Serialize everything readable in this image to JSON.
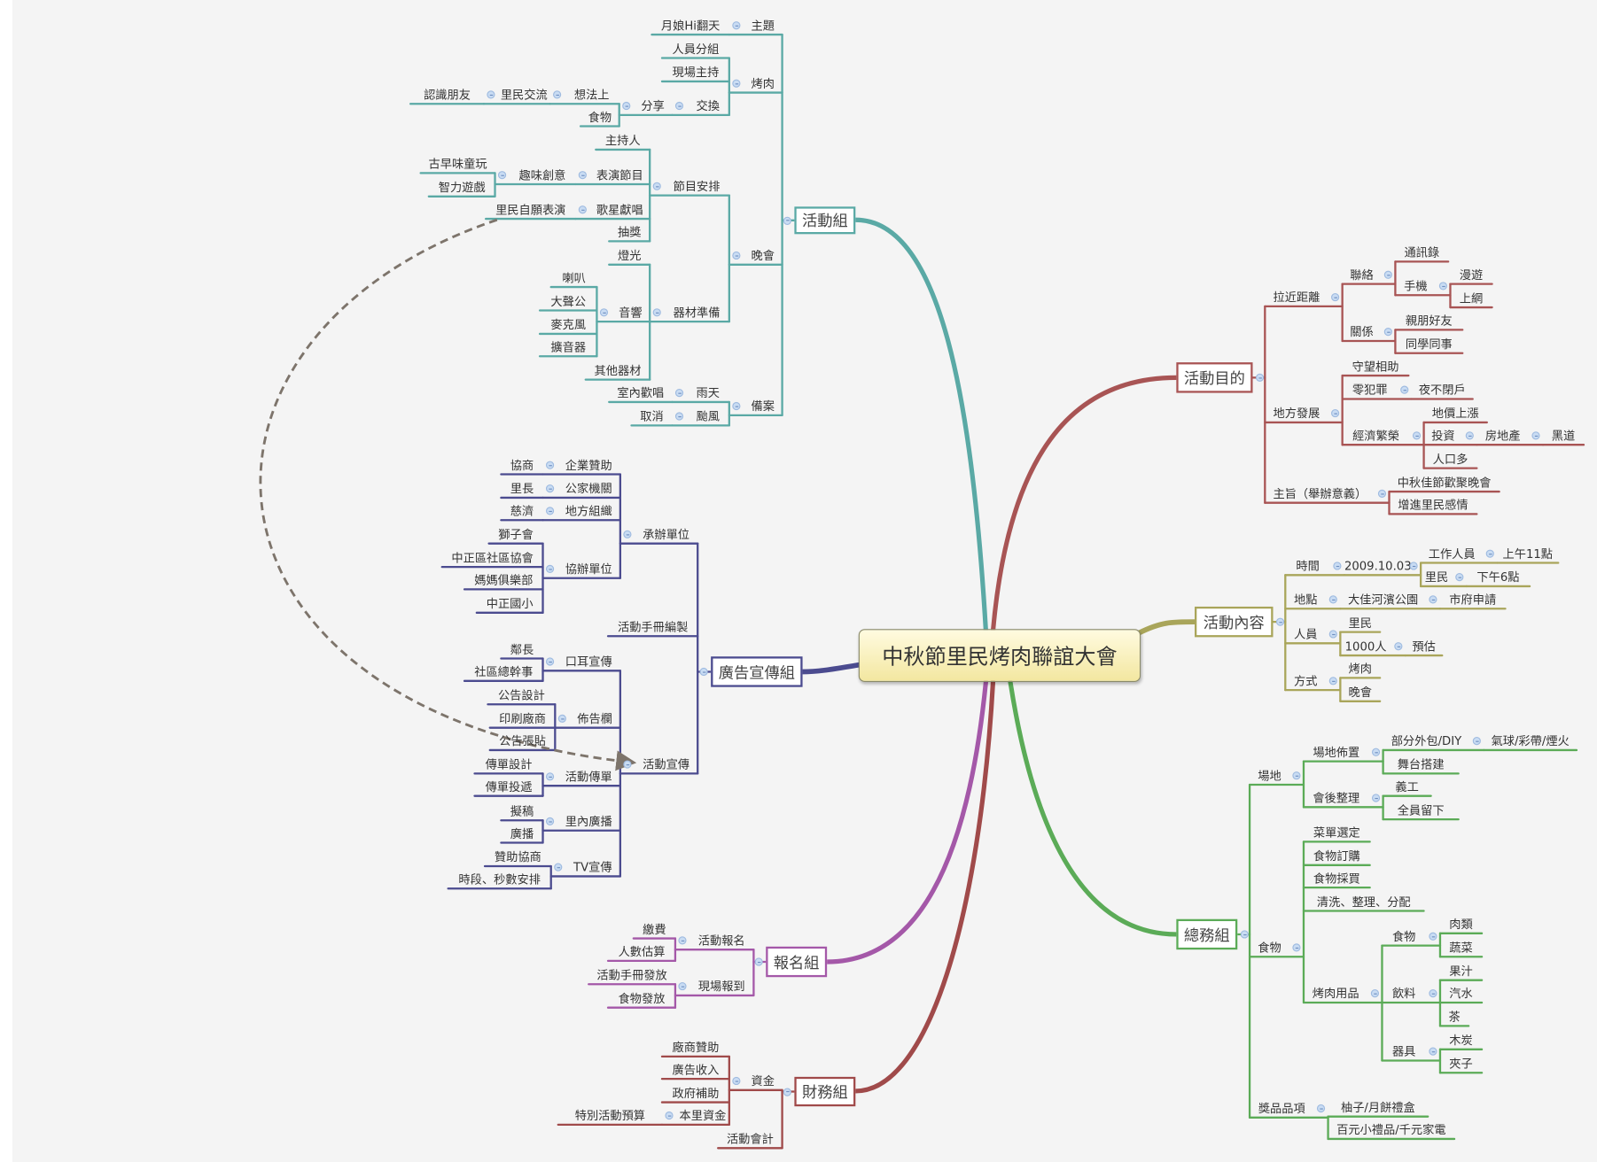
{
  "title": "中秋節里民烤肉聯誼大會",
  "branches": [
    {
      "label": "活動組",
      "color": "#5aa9a5",
      "side": "left",
      "children": [
        {
          "label": "主題",
          "children": [
            {
              "label": "月娘Hi翻天"
            }
          ]
        },
        {
          "label": "烤肉",
          "children": [
            {
              "label": "人員分組"
            },
            {
              "label": "現場主持"
            },
            {
              "label": "交換",
              "children": [
                {
                  "label": "分享",
                  "children": [
                    {
                      "label": "想法上",
                      "children": [
                        {
                          "label": "里民交流",
                          "children": [
                            {
                              "label": "認識朋友"
                            }
                          ]
                        }
                      ]
                    },
                    {
                      "label": "食物"
                    }
                  ]
                }
              ]
            }
          ]
        },
        {
          "label": "晚會",
          "children": [
            {
              "label": "節目安排",
              "children": [
                {
                  "label": "主持人"
                },
                {
                  "label": "表演節目",
                  "children": [
                    {
                      "label": "趣味創意",
                      "children": [
                        {
                          "label": "古早味童玩"
                        },
                        {
                          "label": "智力遊戲"
                        }
                      ]
                    }
                  ]
                },
                {
                  "label": "歌星獻唱",
                  "children": [
                    {
                      "label": "里民自願表演"
                    }
                  ]
                },
                {
                  "label": "抽獎"
                }
              ]
            },
            {
              "label": "器材準備",
              "children": [
                {
                  "label": "燈光"
                },
                {
                  "label": "音響",
                  "children": [
                    {
                      "label": "喇叭"
                    },
                    {
                      "label": "大聲公"
                    },
                    {
                      "label": "麥克風"
                    },
                    {
                      "label": "擴音器"
                    }
                  ]
                },
                {
                  "label": "其他器材"
                }
              ]
            }
          ]
        },
        {
          "label": "備案",
          "children": [
            {
              "label": "雨天",
              "children": [
                {
                  "label": "室內歡唱"
                }
              ]
            },
            {
              "label": "颱風",
              "children": [
                {
                  "label": "取消"
                }
              ]
            }
          ]
        }
      ]
    },
    {
      "label": "廣告宣傳組",
      "color": "#4b4b8f",
      "side": "left",
      "children": [
        {
          "label": "承辦單位",
          "children": [
            {
              "label": "企業贊助",
              "children": [
                {
                  "label": "協商"
                }
              ]
            },
            {
              "label": "公家機關",
              "children": [
                {
                  "label": "里長"
                }
              ]
            },
            {
              "label": "地方組織",
              "children": [
                {
                  "label": "慈濟"
                }
              ]
            },
            {
              "label": "協辦單位",
              "children": [
                {
                  "label": "獅子會"
                },
                {
                  "label": "中正區社區協會"
                },
                {
                  "label": "媽媽俱樂部"
                },
                {
                  "label": "中正國小"
                }
              ]
            }
          ]
        },
        {
          "label": "活動手冊編製"
        },
        {
          "label": "活動宣傳",
          "children": [
            {
              "label": "口耳宣傳",
              "children": [
                {
                  "label": "鄰長"
                },
                {
                  "label": "社區總幹事"
                }
              ]
            },
            {
              "label": "佈告欄",
              "children": [
                {
                  "label": "公告設計"
                },
                {
                  "label": "印刷廠商"
                },
                {
                  "label": "公告張貼"
                }
              ]
            },
            {
              "label": "活動傳單",
              "children": [
                {
                  "label": "傳單設計"
                },
                {
                  "label": "傳單投遞"
                }
              ]
            },
            {
              "label": "里內廣播",
              "children": [
                {
                  "label": "擬稿"
                },
                {
                  "label": "廣播"
                }
              ]
            },
            {
              "label": "TV宣傳",
              "children": [
                {
                  "label": "贊助協商"
                },
                {
                  "label": "時段、秒數安排"
                }
              ]
            }
          ]
        }
      ]
    },
    {
      "label": "報名組",
      "color": "#a458a8",
      "side": "left",
      "children": [
        {
          "label": "活動報名",
          "children": [
            {
              "label": "繳費"
            },
            {
              "label": "人數估算"
            }
          ]
        },
        {
          "label": "現場報到",
          "children": [
            {
              "label": "活動手冊發放"
            },
            {
              "label": "食物發放"
            }
          ]
        }
      ]
    },
    {
      "label": "財務組",
      "color": "#a04a4a",
      "side": "left",
      "children": [
        {
          "label": "資金",
          "children": [
            {
              "label": "廠商贊助"
            },
            {
              "label": "廣告收入"
            },
            {
              "label": "政府補助"
            },
            {
              "label": "本里資金",
              "children": [
                {
                  "label": "特別活動預算"
                }
              ]
            }
          ]
        },
        {
          "label": "活動會計"
        }
      ]
    },
    {
      "label": "活動目的",
      "color": "#a85454",
      "side": "right",
      "children": [
        {
          "label": "拉近距離",
          "children": [
            {
              "label": "聯絡",
              "children": [
                {
                  "label": "通訊錄"
                },
                {
                  "label": "手機",
                  "children": [
                    {
                      "label": "漫遊"
                    },
                    {
                      "label": "上網"
                    }
                  ]
                }
              ]
            },
            {
              "label": "關係",
              "children": [
                {
                  "label": "親朋好友"
                },
                {
                  "label": "同學同事"
                }
              ]
            }
          ]
        },
        {
          "label": "地方發展",
          "children": [
            {
              "label": "守望相助"
            },
            {
              "label": "零犯罪",
              "children": [
                {
                  "label": "夜不閉戶"
                }
              ]
            },
            {
              "label": "經濟繁榮",
              "children": [
                {
                  "label": "地價上漲"
                },
                {
                  "label": "投資",
                  "children": [
                    {
                      "label": "房地產",
                      "children": [
                        {
                          "label": "黑道"
                        }
                      ]
                    }
                  ]
                },
                {
                  "label": "人口多"
                }
              ]
            }
          ]
        },
        {
          "label": "主旨（舉辦意義）",
          "children": [
            {
              "label": "中秋佳節歡聚晚會"
            },
            {
              "label": "增進里民感情"
            }
          ]
        }
      ]
    },
    {
      "label": "活動內容",
      "color": "#a9a55a",
      "side": "right",
      "children": [
        {
          "label": "時間",
          "children": [
            {
              "label": "2009.10.03",
              "children": [
                {
                  "label": "工作人員",
                  "children": [
                    {
                      "label": "上午11點"
                    }
                  ]
                },
                {
                  "label": "里民",
                  "children": [
                    {
                      "label": "下午6點"
                    }
                  ]
                }
              ]
            }
          ]
        },
        {
          "label": "地點",
          "children": [
            {
              "label": "大佳河濱公園",
              "children": [
                {
                  "label": "市府申請"
                }
              ]
            }
          ]
        },
        {
          "label": "人員",
          "children": [
            {
              "label": "里民"
            },
            {
              "label": "1000人",
              "children": [
                {
                  "label": "預估"
                }
              ]
            }
          ]
        },
        {
          "label": "方式",
          "children": [
            {
              "label": "烤肉"
            },
            {
              "label": "晚會"
            }
          ]
        }
      ]
    },
    {
      "label": "總務組",
      "color": "#5bab57",
      "side": "right",
      "children": [
        {
          "label": "場地",
          "children": [
            {
              "label": "場地佈置",
              "children": [
                {
                  "label": "部分外包/DIY",
                  "children": [
                    {
                      "label": "氣球/彩帶/煙火"
                    }
                  ]
                },
                {
                  "label": "舞台搭建"
                }
              ]
            },
            {
              "label": "會後整理",
              "children": [
                {
                  "label": "義工"
                },
                {
                  "label": "全員留下"
                }
              ]
            }
          ]
        },
        {
          "label": "食物",
          "children": [
            {
              "label": "菜單選定"
            },
            {
              "label": "食物訂購"
            },
            {
              "label": "食物採買"
            },
            {
              "label": "清洗、整理、分配"
            },
            {
              "label": "烤肉用品",
              "children": [
                {
                  "label": "食物",
                  "children": [
                    {
                      "label": "肉類"
                    },
                    {
                      "label": "蔬菜"
                    }
                  ]
                },
                {
                  "label": "飲料",
                  "children": [
                    {
                      "label": "果汁"
                    },
                    {
                      "label": "汽水"
                    },
                    {
                      "label": "茶"
                    }
                  ]
                },
                {
                  "label": "器具",
                  "children": [
                    {
                      "label": "木炭"
                    },
                    {
                      "label": "夾子"
                    }
                  ]
                }
              ]
            }
          ]
        },
        {
          "label": "獎品品項",
          "children": [
            {
              "label": "柚子/月餅禮盒"
            },
            {
              "label": "百元小禮品/千元家電"
            }
          ]
        }
      ]
    }
  ]
}
